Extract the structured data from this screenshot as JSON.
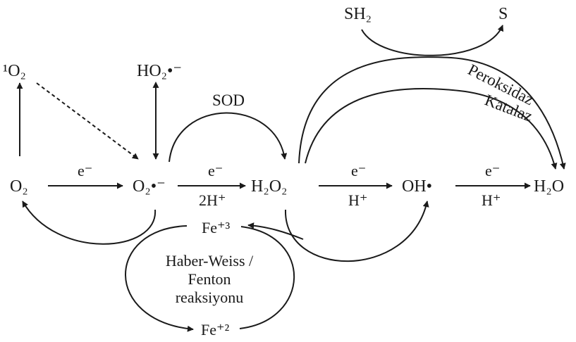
{
  "diagram": {
    "nodes": {
      "singlet_oxygen": "¹O₂",
      "hydroperoxyl": "HO₂•⁻",
      "oxygen": "O₂",
      "superoxide": "O₂•⁻",
      "hydrogen_peroxide": "H₂O₂",
      "hydroxyl_radical": "OH•",
      "water": "H₂O",
      "hydrogen_sulfide": "SH₂",
      "sulfur": "S",
      "ferric_iron": "Fe⁺³",
      "ferrous_iron": "Fe⁺²"
    },
    "arrow_labels": {
      "o2_to_superoxide": "e⁻",
      "superoxide_to_h2o2_top": "e⁻",
      "superoxide_to_h2o2_bottom": "2H⁺",
      "h2o2_to_oh_top": "e⁻",
      "h2o2_to_oh_bottom": "H⁺",
      "oh_to_water_top": "e⁻",
      "oh_to_water_bottom": "H⁺"
    },
    "enzymes": {
      "sod": "SOD",
      "peroxidase": "Peroksidaz",
      "catalase": "Katalaz"
    },
    "cycle": {
      "line1": "Haber-Weiss /",
      "line2": "Fenton",
      "line3": "reaksiyonu"
    }
  }
}
